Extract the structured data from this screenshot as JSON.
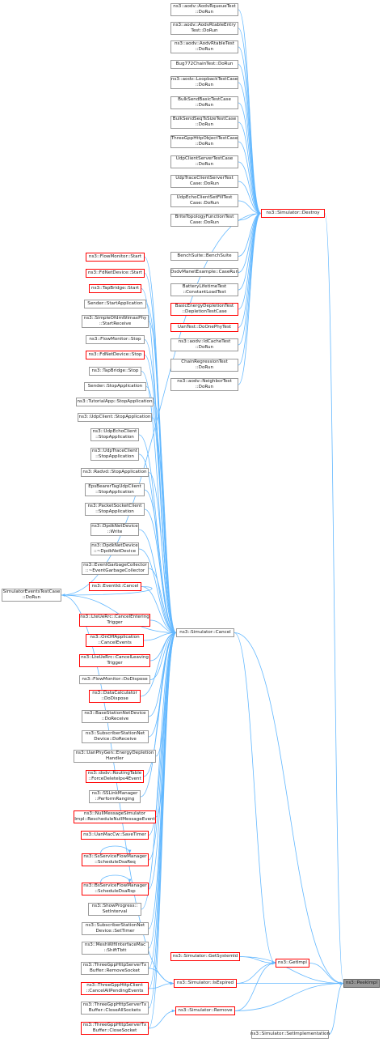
{
  "graph": {
    "title": "",
    "edge_color": "#63b8ff",
    "red_border_color": "#ff0000",
    "root_fill": "#999999",
    "nodes": {
      "aqueue": {
        "label": "ns3::aodv::AodvRqueueTest\n::DoRun",
        "red": false
      },
      "artable_entry": {
        "label": "ns3::aodv::AodvRtableEntry\nTest::DoRun",
        "red": false
      },
      "artable": {
        "label": "ns3::aodv::AodvRtableTest\n::DoRun",
        "red": false
      },
      "bug772": {
        "label": "Bug772ChainTest::DoRun",
        "red": false
      },
      "loopback": {
        "label": "ns3::aodv::LoopbackTestCase\n::DoRun",
        "red": false
      },
      "bulkbasic": {
        "label": "BulkSendBasicTestCase\n::DoRun",
        "red": false
      },
      "bulkseq": {
        "label": "BulkSendSeqTsSizeTestCase\n::DoRun",
        "red": false
      },
      "threegpp_obj": {
        "label": "ThreeGppHttpObjectTestCase\n::DoRun",
        "red": false
      },
      "udpcs": {
        "label": "UdpClientServerTestCase\n::DoRun",
        "red": false
      },
      "udptrace_cs": {
        "label": "UdpTraceClientServerTest\nCase::DoRun",
        "red": false
      },
      "udpecho_fill": {
        "label": "UdpEchoClientSetFillTest\nCase::DoRun",
        "red": false
      },
      "brite": {
        "label": "BriteTopologyFunctionTest\nCase::DoRun",
        "red": false
      },
      "benchsuite": {
        "label": "BenchSuite::BenchSuite",
        "red": false
      },
      "dsdvmanet": {
        "label": "DsdvManetExample::CaseRun",
        "red": false
      },
      "battery": {
        "label": "BatteryLifetimeTest\n::ConstantLoadTest",
        "red": false
      },
      "basicenergy": {
        "label": "BasicEnergyDepletionTest\n::DepletionTestCase",
        "red": true
      },
      "uantest": {
        "label": "UanTest::DoOnePhyTest",
        "red": true
      },
      "idcache": {
        "label": "ns3::aodv::IdCacheTest\n::DoRun",
        "red": false
      },
      "chainreg": {
        "label": "ChainRegressionTest\n::DoRun",
        "red": false
      },
      "neighbor": {
        "label": "ns3::aodv::NeighborTest\n::DoRun",
        "red": false
      },
      "sim_destroy": {
        "label": "ns3::Simulator::Destroy",
        "red": true
      },
      "flowmon_start": {
        "label": "ns3::FlowMonitor::Start",
        "red": true
      },
      "fdnet_start": {
        "label": "ns3::FdNetDevice::Start",
        "red": true
      },
      "tapbridge_start": {
        "label": "ns3::TapBridge::Start",
        "red": true
      },
      "sender_start": {
        "label": "Sender::StartApplication",
        "red": false
      },
      "simpleofdm": {
        "label": "ns3::SimpleOfdmWimaxPhy\n::StartReceive",
        "red": false
      },
      "flowmon_stop": {
        "label": "ns3::FlowMonitor::Stop",
        "red": false
      },
      "fdnet_stop": {
        "label": "ns3::FdNetDevice::Stop",
        "red": true
      },
      "tapbridge_stop": {
        "label": "ns3::TapBridge::Stop",
        "red": false
      },
      "sender_stop": {
        "label": "Sender::StopApplication",
        "red": false
      },
      "tutorialapp": {
        "label": "ns3::TutorialApp::StopApplication",
        "red": false
      },
      "udpclient_stop": {
        "label": "ns3::UdpClient::StopApplication",
        "red": false
      },
      "udpecho_stop": {
        "label": "ns3::UdpEchoClient\n::StopApplication",
        "red": false
      },
      "udptrace_stop": {
        "label": "ns3::UdpTraceClient\n::StopApplication",
        "red": false
      },
      "radvd_stop": {
        "label": "ns3::Radvd::StopApplication",
        "red": false
      },
      "epsbearer": {
        "label": "EpsBearerTagUdpClient\n::StopApplication",
        "red": false
      },
      "packetsocket": {
        "label": "ns3::PacketSocketClient\n::StopApplication",
        "red": false
      },
      "dpdk_write": {
        "label": "ns3::DpdkNetDevice\n::Write",
        "red": false
      },
      "dpdk_dtor": {
        "label": "ns3::DpdkNetDevice\n::~DpdkNetDevice",
        "red": false
      },
      "eventgarbage": {
        "label": "ns3::EventGarbageCollector\n::~EventGarbageCollector",
        "red": false
      },
      "eventid_cancel": {
        "label": "ns3::EventId::Cancel",
        "red": true
      },
      "simevents": {
        "label": "SimulatorEventsTestCase\n::DoRun",
        "red": false
      },
      "lteue_enter": {
        "label": "ns3::LteUeRrc::CancelEntering\nTrigger",
        "red": true
      },
      "onoff": {
        "label": "ns3::OnOffApplication\n::CancelEvents",
        "red": true
      },
      "lteue_leave": {
        "label": "ns3::LteUeRrc::CancelLeaving\nTrigger",
        "red": true
      },
      "flowmon_dispose": {
        "label": "ns3::FlowMonitor::DoDispose",
        "red": false
      },
      "datacalc": {
        "label": "ns3::DataCalculator\n::DoDispose",
        "red": true
      },
      "bsdevice": {
        "label": "ns3::BaseStationNetDevice\n::DoReceive",
        "red": false
      },
      "ssdevice_recv": {
        "label": "ns3::SubscriberStationNet\nDevice::DoReceive",
        "red": false
      },
      "uanphygen": {
        "label": "ns3::UanPhyGen::EnergyDepletion\nHandler",
        "red": false
      },
      "dsdv_rt": {
        "label": "ns3::dsdv::RoutingTable\n::ForceDeleteIpv4Event",
        "red": true
      },
      "sslink": {
        "label": "ns3::SSLinkManager\n::PerformRanging",
        "red": false
      },
      "nullmsg": {
        "label": "ns3::NullMessageSimulator\nImpl::RescheduleNullMessageEvent",
        "red": true
      },
      "uanmac": {
        "label": "ns3::UanMacCw::SaveTimer",
        "red": true
      },
      "ssservice": {
        "label": "ns3::SsServiceFlowManager\n::ScheduleDsaReq",
        "red": true
      },
      "bsservice": {
        "label": "ns3::BsServiceFlowManager\n::ScheduleDsaRsp",
        "red": true
      },
      "showprogress": {
        "label": "ns3::ShowProgress::\nSetInterval",
        "red": false
      },
      "ssdevice_timer": {
        "label": "ns3::SubscriberStationNet\nDevice::SetTimer",
        "red": false
      },
      "meshwifi": {
        "label": "ns3::MeshWifiInterfaceMac\n::ShiftTbtt",
        "red": false
      },
      "tg_remove": {
        "label": "ns3::ThreeGppHttpServerTx\nBuffer::RemoveSocket",
        "red": false
      },
      "tg_cancelall": {
        "label": "ns3::ThreeGppHttpClient\n::CancelAllPendingEvents",
        "red": true
      },
      "tg_closeall": {
        "label": "ns3::ThreeGppHttpServerTx\nBuffer::CloseAllSockets",
        "red": false
      },
      "tg_close": {
        "label": "ns3::ThreeGppHttpServerTx\nBuffer::CloseSocket",
        "red": true
      },
      "sim_cancel": {
        "label": "ns3::Simulator::Cancel",
        "red": false
      },
      "sim_getsystemid": {
        "label": "ns3::Simulator::GetSystemId",
        "red": true
      },
      "sim_isexpired": {
        "label": "ns3::Simulator::IsExpired",
        "red": true
      },
      "sim_remove": {
        "label": "ns3::Simulator::Remove",
        "red": true
      },
      "sim_setimpl": {
        "label": "ns3::Simulator::SetImplementation",
        "red": false
      },
      "getimpl": {
        "label": "ns3::GetImpl",
        "red": true
      },
      "peekimpl": {
        "label": "ns3::PeekImpl",
        "red": false
      }
    },
    "edges": [
      [
        "aqueue",
        "sim_destroy"
      ],
      [
        "artable_entry",
        "sim_destroy"
      ],
      [
        "artable",
        "sim_destroy"
      ],
      [
        "bug772",
        "sim_destroy"
      ],
      [
        "loopback",
        "sim_destroy"
      ],
      [
        "bulkbasic",
        "sim_destroy"
      ],
      [
        "bulkseq",
        "sim_destroy"
      ],
      [
        "threegpp_obj",
        "sim_destroy"
      ],
      [
        "udpcs",
        "sim_destroy"
      ],
      [
        "udptrace_cs",
        "sim_destroy"
      ],
      [
        "udpecho_fill",
        "sim_destroy"
      ],
      [
        "brite",
        "sim_destroy"
      ],
      [
        "benchsuite",
        "sim_destroy"
      ],
      [
        "dsdvmanet",
        "sim_destroy"
      ],
      [
        "battery",
        "sim_destroy"
      ],
      [
        "basicenergy",
        "sim_destroy"
      ],
      [
        "uantest",
        "sim_destroy"
      ],
      [
        "idcache",
        "sim_destroy"
      ],
      [
        "chainreg",
        "sim_destroy"
      ],
      [
        "neighbor",
        "sim_destroy"
      ],
      [
        "simevents",
        "sim_destroy"
      ],
      [
        "flowmon_start",
        "sim_cancel"
      ],
      [
        "fdnet_start",
        "sim_cancel"
      ],
      [
        "tapbridge_start",
        "sim_cancel"
      ],
      [
        "sender_start",
        "sim_cancel"
      ],
      [
        "simpleofdm",
        "sim_cancel"
      ],
      [
        "flowmon_stop",
        "sim_cancel"
      ],
      [
        "fdnet_stop",
        "sim_cancel"
      ],
      [
        "tapbridge_stop",
        "sim_cancel"
      ],
      [
        "sender_stop",
        "sim_cancel"
      ],
      [
        "tutorialapp",
        "sim_cancel"
      ],
      [
        "udpclient_stop",
        "sim_cancel"
      ],
      [
        "udpecho_stop",
        "sim_cancel"
      ],
      [
        "udptrace_stop",
        "sim_cancel"
      ],
      [
        "radvd_stop",
        "sim_cancel"
      ],
      [
        "epsbearer",
        "sim_cancel"
      ],
      [
        "packetsocket",
        "sim_cancel"
      ],
      [
        "dpdk_write",
        "sim_cancel"
      ],
      [
        "dpdk_dtor",
        "sim_cancel"
      ],
      [
        "eventgarbage",
        "sim_cancel"
      ],
      [
        "eventid_cancel",
        "sim_cancel"
      ],
      [
        "simevents",
        "sim_cancel"
      ],
      [
        "lteue_enter",
        "sim_cancel"
      ],
      [
        "onoff",
        "sim_cancel"
      ],
      [
        "lteue_leave",
        "sim_cancel"
      ],
      [
        "flowmon_dispose",
        "sim_cancel"
      ],
      [
        "datacalc",
        "sim_cancel"
      ],
      [
        "bsdevice",
        "sim_cancel"
      ],
      [
        "ssdevice_recv",
        "sim_cancel"
      ],
      [
        "uanphygen",
        "sim_cancel"
      ],
      [
        "dsdv_rt",
        "sim_cancel"
      ],
      [
        "sslink",
        "sim_cancel"
      ],
      [
        "nullmsg",
        "sim_cancel"
      ],
      [
        "uanmac",
        "sim_cancel"
      ],
      [
        "ssservice",
        "sim_cancel"
      ],
      [
        "bsservice",
        "sim_cancel"
      ],
      [
        "showprogress",
        "sim_cancel"
      ],
      [
        "ssdevice_timer",
        "sim_cancel"
      ],
      [
        "meshwifi",
        "sim_cancel"
      ],
      [
        "tg_remove",
        "sim_cancel"
      ],
      [
        "tg_cancelall",
        "sim_cancel"
      ],
      [
        "tg_closeall",
        "sim_cancel"
      ],
      [
        "tg_close",
        "sim_cancel"
      ],
      [
        "eventid_cancel",
        "simevents"
      ],
      [
        "simevents",
        "sim_isexpired"
      ],
      [
        "tg_cancelall",
        "sim_isexpired"
      ],
      [
        "tg_remove",
        "sim_isexpired"
      ],
      [
        "tg_close",
        "sim_remove"
      ],
      [
        "sim_destroy",
        "peekimpl"
      ],
      [
        "sim_cancel",
        "peekimpl"
      ],
      [
        "sim_getsystemid",
        "getimpl"
      ],
      [
        "sim_isexpired",
        "getimpl"
      ],
      [
        "sim_remove",
        "getimpl"
      ],
      [
        "sim_cancel",
        "getimpl"
      ],
      [
        "getimpl",
        "peekimpl"
      ],
      [
        "sim_setimpl",
        "peekimpl"
      ],
      [
        "sim_isexpired",
        "peekimpl"
      ],
      [
        "sim_remove",
        "peekimpl"
      ],
      [
        "sim_getsystemid",
        "peekimpl"
      ]
    ],
    "self_loops": [
      "ssservice",
      "bsservice"
    ]
  }
}
